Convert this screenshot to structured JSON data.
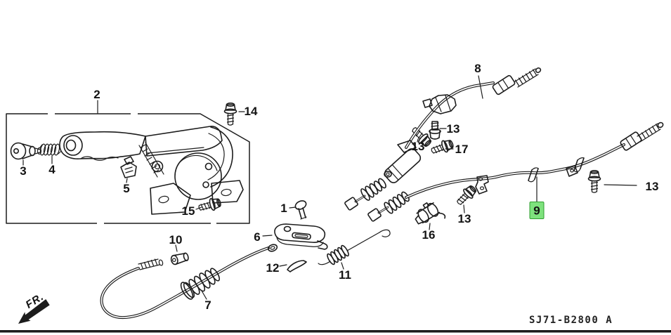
{
  "diagram": {
    "code": "SJ71-B2800 A",
    "fr_label": "FR.",
    "colors": {
      "line": "#1c1c1c",
      "background": "#ffffff",
      "highlight_fill": "#7ee27d",
      "highlight_border": "#2f9e2f",
      "highlight_text": "#0a4a0a"
    }
  },
  "callouts": [
    {
      "label": "2",
      "highlighted": false
    },
    {
      "label": "14",
      "highlighted": false
    },
    {
      "label": "3",
      "highlighted": false
    },
    {
      "label": "4",
      "highlighted": false
    },
    {
      "label": "5",
      "highlighted": false
    },
    {
      "label": "15",
      "highlighted": false
    },
    {
      "label": "1",
      "highlighted": false
    },
    {
      "label": "6",
      "highlighted": false
    },
    {
      "label": "10",
      "highlighted": false
    },
    {
      "label": "12",
      "highlighted": false
    },
    {
      "label": "7",
      "highlighted": false
    },
    {
      "label": "8",
      "highlighted": false
    },
    {
      "label": "13",
      "highlighted": false
    },
    {
      "label": "13",
      "highlighted": false
    },
    {
      "label": "17",
      "highlighted": false
    },
    {
      "label": "13",
      "highlighted": false
    },
    {
      "label": "16",
      "highlighted": false
    },
    {
      "label": "11",
      "highlighted": false
    },
    {
      "label": "9",
      "highlighted": true
    },
    {
      "label": "13",
      "highlighted": false
    }
  ]
}
